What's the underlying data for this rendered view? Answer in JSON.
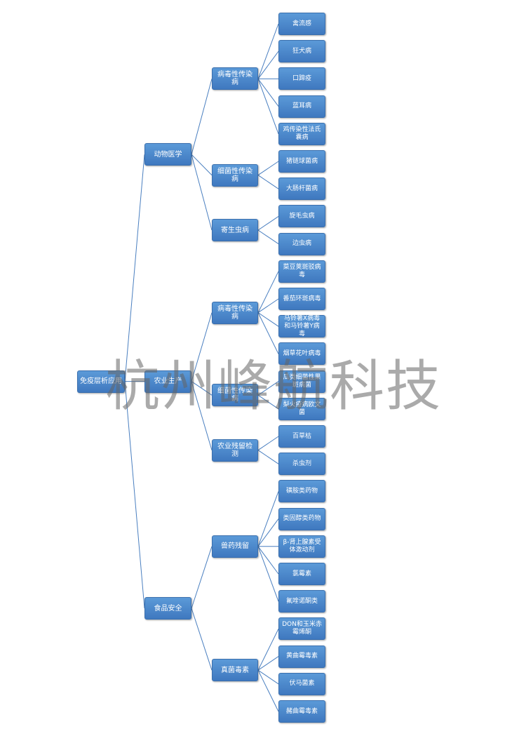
{
  "diagram": {
    "root": "免疫层析应用",
    "children": [
      {
        "label": "动物医学",
        "children": [
          {
            "label": "病毒性传染病",
            "children": [
              "禽流感",
              "狂犬病",
              "口蹄疫",
              "蓝耳病",
              "鸡传染性法氏囊病"
            ]
          },
          {
            "label": "细菌性传染病",
            "children": [
              "猪链球菌病",
              "大肠杆菌病"
            ]
          },
          {
            "label": "寄生虫病",
            "children": [
              "旋毛虫病",
              "边虫病"
            ]
          }
        ]
      },
      {
        "label": "农业生产",
        "children": [
          {
            "label": "病毒性传染病",
            "children": [
              "菜豆荚斑驳病毒",
              "番茄环斑病毒",
              "马铃薯X病毒和马铃薯Y病毒",
              "烟草花叶病毒"
            ]
          },
          {
            "label": "细菌性传染病",
            "children": [
              "瓜类细菌性果斑病菌",
              "梨火疫病欧文菌"
            ]
          },
          {
            "label": "农业残留检测",
            "children": [
              "百草枯",
              "杀虫剂"
            ]
          }
        ]
      },
      {
        "label": "食品安全",
        "children": [
          {
            "label": "兽药残留",
            "children": [
              "磺胺类药物",
              "类固醇类药物",
              "β-肾上腺素受体激动剂",
              "氯霉素",
              "氟喹诺酮类"
            ]
          },
          {
            "label": "真菌毒素",
            "children": [
              "DON和玉米赤霉烯酮",
              "黄曲霉毒素",
              "伏马菌素",
              "赭曲霉毒素"
            ]
          }
        ]
      }
    ]
  },
  "watermark": "杭州峰航科技",
  "colors": {
    "node": "#4a86cc",
    "line": "#4a7fc0"
  }
}
